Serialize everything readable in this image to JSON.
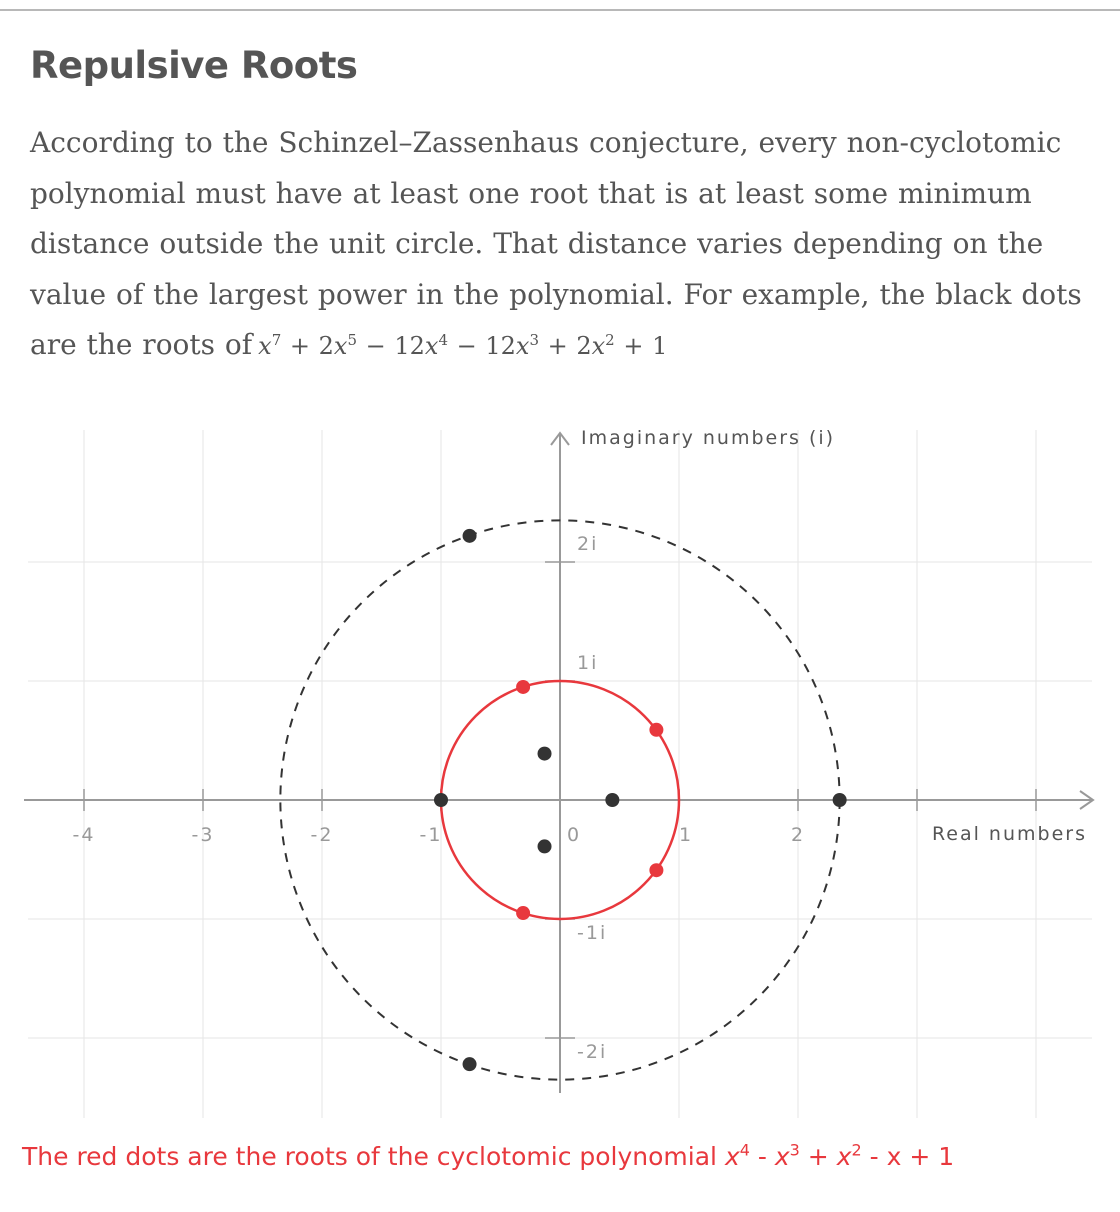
{
  "title": "Repulsive Roots",
  "paragraph_text": "According to the Schinzel–Zassenhaus conjecture, every non-cyclotomic polynomial must have at least one root that is at least some minimum distance outside the unit circle. That distance varies depending on the value of the largest power in the polynomial. For example, the black dots are the roots of",
  "paragraph_poly": {
    "x7": "x",
    "x7_exp": "7",
    "x7_rest": " + 2",
    "x5": "x",
    "x5_exp": "5",
    "x5_rest": " − 12",
    "x4": "x",
    "x4_exp": "4",
    "x4_rest": " − 12",
    "x3": "x",
    "x3_exp": "3",
    "x3_rest": " + 2",
    "x2": "x",
    "x2_exp": "2",
    "x2_rest": " + 1"
  },
  "caption": {
    "text": "The red dots are the roots of the cyclotomic polynomial ",
    "x4": "x",
    "x4_exp": "4",
    "p1": " - ",
    "x3": "x",
    "x3_exp": "3",
    "p2": " + ",
    "x2": "x",
    "x2_exp": "2",
    "p3": " - x + 1"
  },
  "colors": {
    "red": "#e8383d",
    "black": "#333333",
    "axis": "#999999",
    "grid": "#e6e6e6",
    "text": "#555555"
  },
  "chart_data": {
    "type": "scatter",
    "xlabel": "Real numbers",
    "ylabel": "Imaginary numbers (i)",
    "xlim": [
      -4.3,
      4.5
    ],
    "ylim": [
      -2.5,
      3.1
    ],
    "grid": true,
    "x_ticks": [
      {
        "v": -4,
        "label": "-4"
      },
      {
        "v": -3,
        "label": "-3"
      },
      {
        "v": -2,
        "label": "-2"
      },
      {
        "v": -1,
        "label": "-1"
      },
      {
        "v": 0,
        "label": "0"
      },
      {
        "v": 1,
        "label": "1"
      },
      {
        "v": 2,
        "label": "2"
      }
    ],
    "y_ticks": [
      {
        "v": 2,
        "label": "2i"
      },
      {
        "v": 1,
        "label": "1i"
      },
      {
        "v": -1,
        "label": "-1i"
      },
      {
        "v": -2,
        "label": "-2i"
      }
    ],
    "circles": [
      {
        "name": "unit circle",
        "radius": 1,
        "style": "solid",
        "color": "#e8383d"
      },
      {
        "radius": 2.35,
        "style": "dashed",
        "color": "#333333"
      }
    ],
    "series": [
      {
        "color": "#333333",
        "points": [
          [
            -0.76,
            2.22
          ],
          [
            -0.76,
            -2.22
          ],
          [
            -1.0,
            0.0
          ],
          [
            -0.13,
            0.39
          ],
          [
            -0.13,
            -0.39
          ],
          [
            0.44,
            0.0
          ],
          [
            2.35,
            0.0
          ]
        ]
      },
      {
        "color": "#e8383d",
        "points": [
          [
            0.81,
            0.59
          ],
          [
            0.81,
            -0.59
          ],
          [
            -0.31,
            0.95
          ],
          [
            -0.31,
            -0.95
          ]
        ]
      }
    ]
  }
}
